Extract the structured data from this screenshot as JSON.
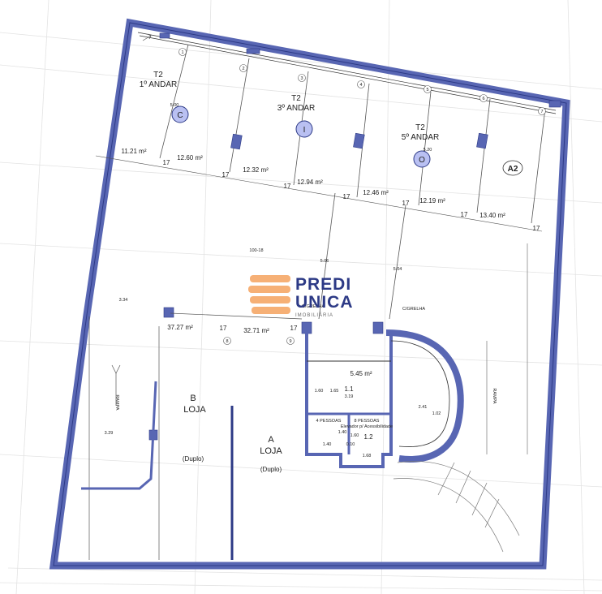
{
  "units": [
    {
      "type": "T2",
      "floor": "1º ANDAR",
      "marker": "C"
    },
    {
      "type": "T2",
      "floor": "3º ANDAR",
      "marker": "I"
    },
    {
      "type": "T2",
      "floor": "5º ANDAR",
      "marker": "O"
    }
  ],
  "zone_label": "A2",
  "gridline_numbers": [
    "1",
    "2",
    "3",
    "4",
    "5",
    "6",
    "7",
    "8",
    "9"
  ],
  "top_areas": [
    "11.21 m²",
    "12.60 m²",
    "12.32 m²",
    "12.94 m²",
    "12.46 m²",
    "12.19 m²",
    "13.40 m²"
  ],
  "parking_dim": "17",
  "lower_areas": [
    "37.27 m²",
    "32.71 m²"
  ],
  "plan_code": "100-18",
  "dims": {
    "d506": "5.06",
    "d504": "5.04",
    "d334": "3.34",
    "d329": "3.29",
    "d520": "5.20",
    "d500": "5.00"
  },
  "grate_labels": [
    "C/GRELHA",
    "C/GRELHA"
  ],
  "ramp_label": "RAMPA",
  "shops": [
    {
      "letter": "B",
      "name": "LOJA",
      "note": "(Duplo)"
    },
    {
      "letter": "A",
      "name": "LOJA",
      "note": "(Duplo)"
    }
  ],
  "core": {
    "area": "5.45 m²",
    "room_11": "1.1",
    "room_12": "1.2",
    "dims": [
      "1.60",
      "1.65",
      "3.19",
      "1.40",
      "1.60",
      "1.40",
      "0.10",
      "1.68",
      "2.41",
      "1.02"
    ],
    "lift_left": "4 PESSOAS",
    "lift_right": "8 PESSOAS",
    "lift_right_sub": "Elevador p/ Acessibilidade"
  },
  "logo": {
    "line1": "PREDI",
    "line2": "UNICA",
    "sub": "IMOBILIÁRIA"
  },
  "colors": {
    "wall": "#5866b3",
    "wall_stroke": "#2d3a86",
    "marker_fill": "#b9c0f2",
    "logo_orange": "#f4a25e"
  }
}
